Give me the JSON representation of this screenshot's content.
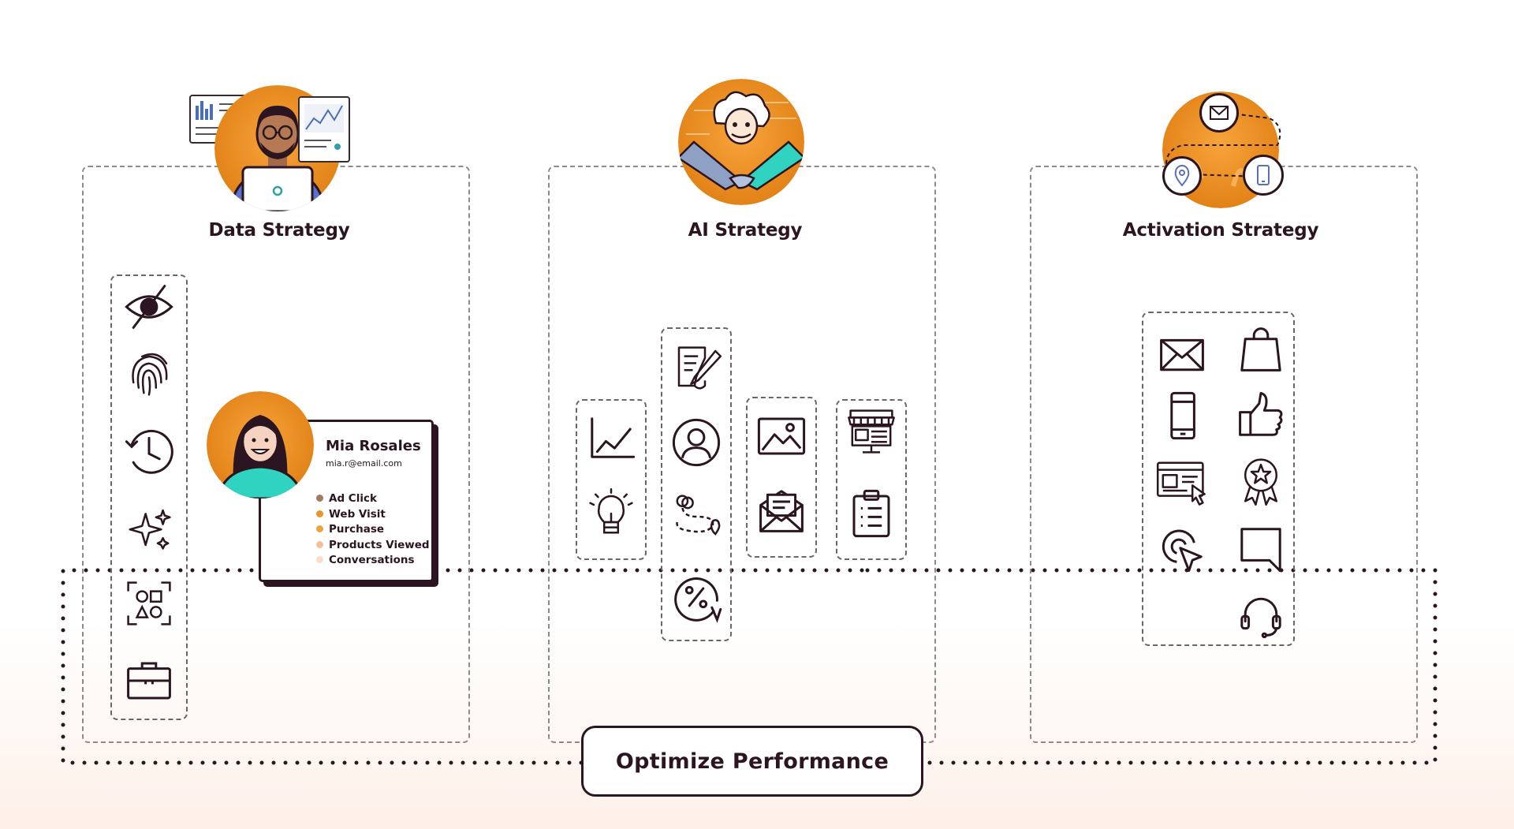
{
  "panels": [
    {
      "title": "Data Strategy"
    },
    {
      "title": "AI Strategy"
    },
    {
      "title": "Activation Strategy"
    }
  ],
  "profile_card": {
    "name": "Mia Rosales",
    "email": "mia.r@email.com",
    "events": [
      {
        "label": "Ad Click",
        "color": "#a27a63"
      },
      {
        "label": "Web Visit",
        "color": "#e9952a"
      },
      {
        "label": "Purchase",
        "color": "#eea33f"
      },
      {
        "label": "Products Viewed",
        "color": "#f2c09a"
      },
      {
        "label": "Conversations",
        "color": "#f7ddcc"
      }
    ]
  },
  "loop_label": "Optimize Performance",
  "icons": {
    "data": [
      "eye-slash-icon",
      "fingerprint-icon",
      "history-icon",
      "sparkles-icon",
      "shapes-scan-icon",
      "briefcase-icon"
    ],
    "ai": [
      "line-chart-icon",
      "lightbulb-icon",
      "document-edit-icon",
      "user-icon",
      "route-icon",
      "percent-icon",
      "image-icon",
      "mail-letter-icon",
      "storefront-icon",
      "clipboard-icon"
    ],
    "activation": [
      "mail-icon",
      "shopping-bag-icon",
      "mobile-icon",
      "thumbs-up-icon",
      "web-page-icon",
      "award-icon",
      "click-icon",
      "chat-icon",
      "headset-icon"
    ]
  },
  "colors": {
    "accent": "#f0962c",
    "ink": "#2a1520",
    "teal": "#2fd3c0"
  }
}
